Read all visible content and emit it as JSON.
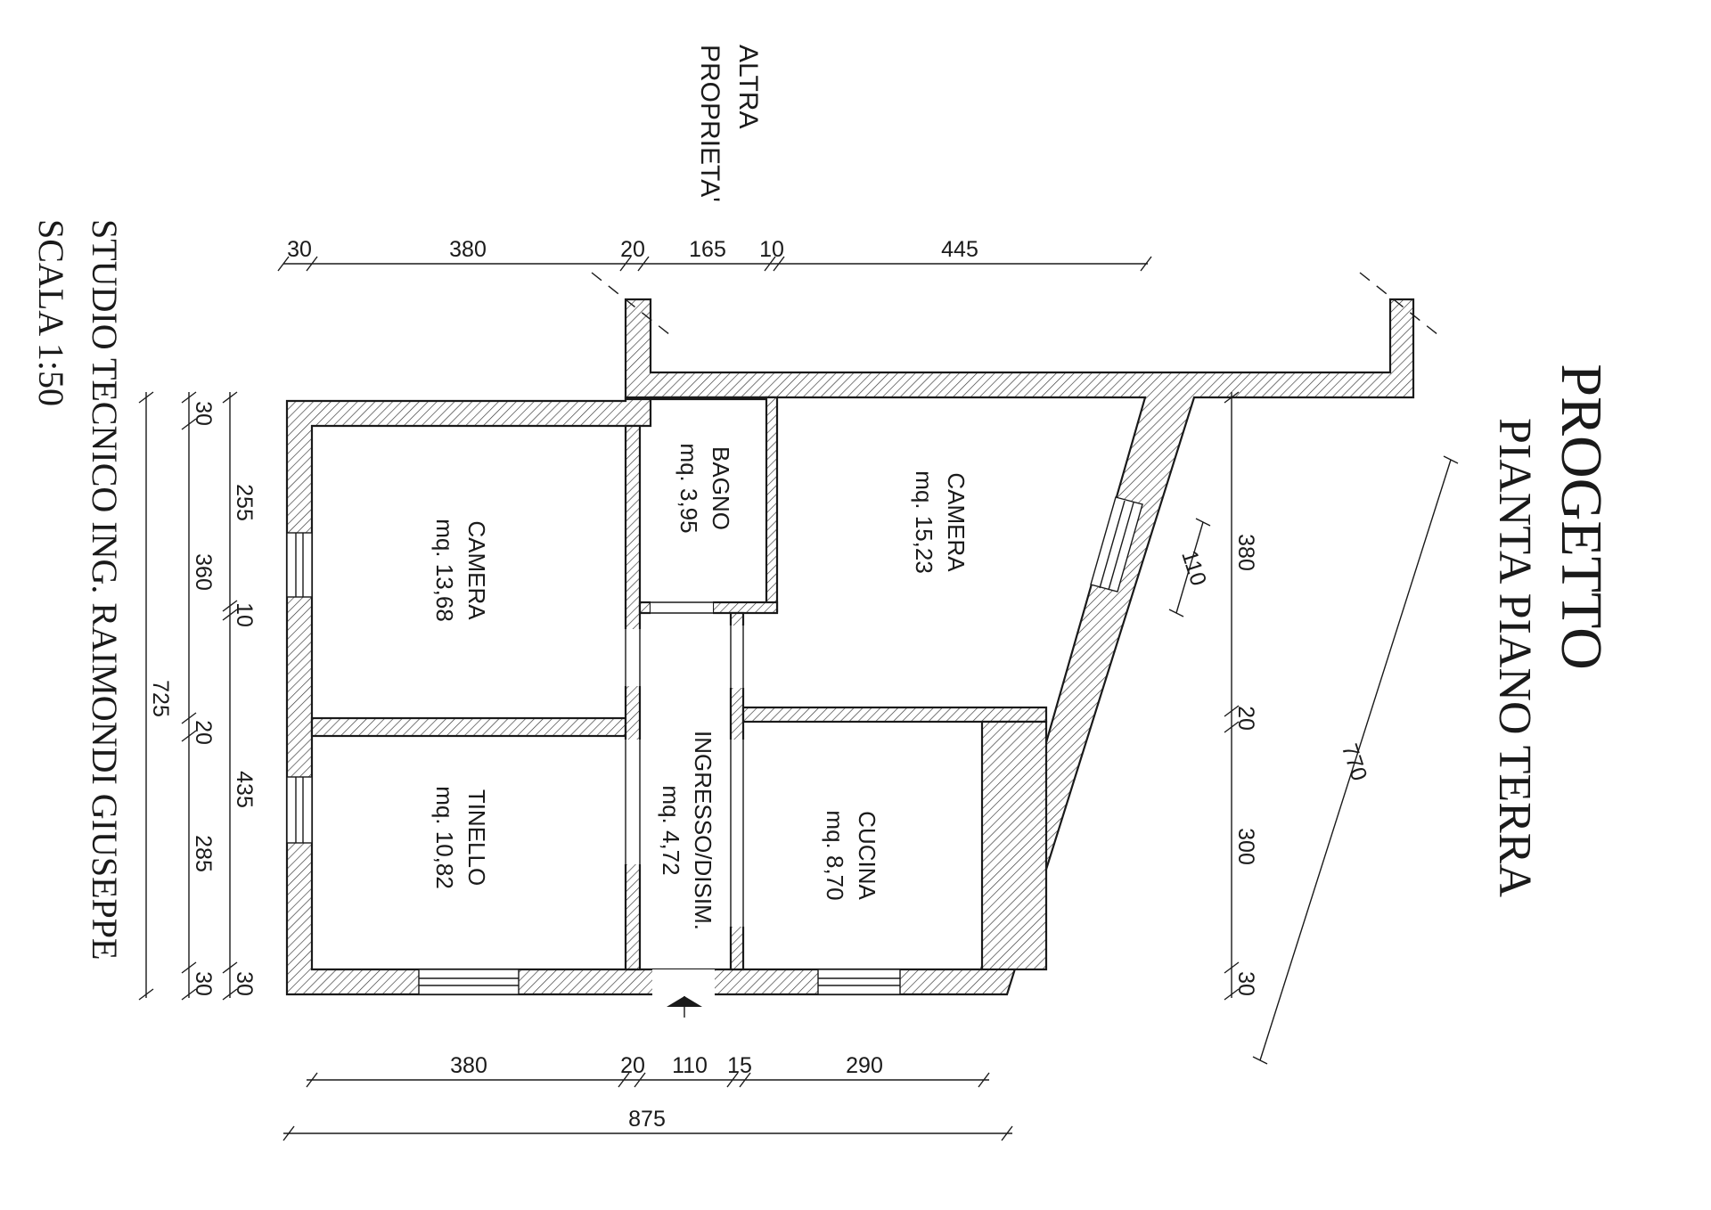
{
  "title": "PROGETTO",
  "subtitle": "PIANTA PIANO TERRA",
  "studio": "STUDIO TECNICO ING. RAIMONDI GIUSEPPE",
  "scale": "SCALA 1:50",
  "neighbor_line1": "ALTRA",
  "neighbor_line2": "PROPRIETA'",
  "rooms": {
    "camera_a": {
      "name": "CAMERA",
      "area": "mq. 13,68"
    },
    "tinello": {
      "name": "TINELLO",
      "area": "mq. 10,82"
    },
    "bagno": {
      "name": "BAGNO",
      "area": "mq. 3,95"
    },
    "ingresso": {
      "name": "INGRESSO/DISIM.",
      "area": "mq. 4,72"
    },
    "camera_b": {
      "name": "CAMERA",
      "area": "mq. 15,23"
    },
    "cucina": {
      "name": "CUCINA",
      "area": "mq. 8,70"
    }
  },
  "dims": {
    "top": [
      "30",
      "380",
      "20",
      "165",
      "10",
      "445"
    ],
    "bottom": [
      "380",
      "20",
      "110",
      "15",
      "290"
    ],
    "bottom_total": "875",
    "left_inner": [
      "255",
      "10",
      "435",
      "30"
    ],
    "left_mid": [
      "30",
      "360",
      "20",
      "285",
      "30"
    ],
    "left_total": "725",
    "right": [
      "380",
      "20",
      "300",
      "30"
    ],
    "window_width": "110",
    "diagonal": "770"
  }
}
